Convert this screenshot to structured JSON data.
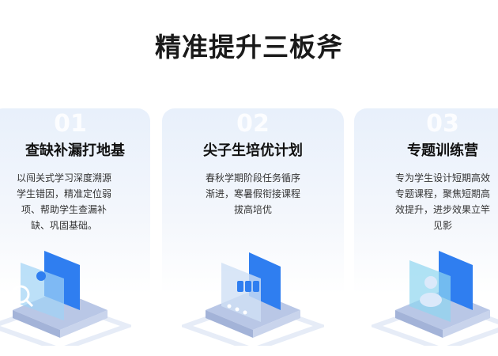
{
  "title": "精准提升三板斧",
  "cards": [
    {
      "number": "01",
      "title": "查缺补漏打地基",
      "description": "以闯关式学习深度溯源学生错因，精准定位弱项、帮助学生查漏补缺、巩固基础。",
      "icon": "magnifier-image-icon"
    },
    {
      "number": "02",
      "title": "尖子生培优计划",
      "description": "春秋学期阶段任务循序渐进，寒暑假衔接课程拔高培优",
      "icon": "numbers-stars-icon"
    },
    {
      "number": "03",
      "title": "专题训练营",
      "description": "专为学生设计短期高效专题课程，聚焦短期高效提升，进步效果立竿见影",
      "icon": "user-screen-icon"
    }
  ],
  "colors": {
    "accent": "#2f7ef0",
    "card_bg": "#e8f0fb"
  }
}
